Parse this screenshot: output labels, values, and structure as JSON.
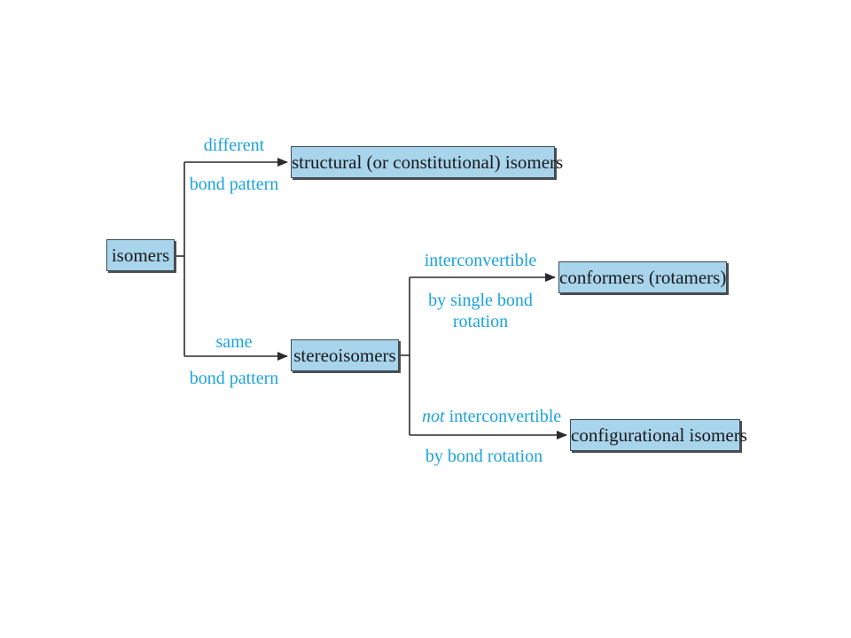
{
  "colors": {
    "box_fill": "#a8d4ec",
    "box_border": "#3a4b57",
    "label_text": "#1ba2dc",
    "connector": "#2b2b2b"
  },
  "nodes": {
    "isomers": "isomers",
    "structural": "structural (or constitutional) isomers",
    "stereoisomers": "stereoisomers",
    "conformers": "conformers (rotamers)",
    "configurational": "configurational isomers"
  },
  "edges": {
    "to_structural": {
      "above": "different",
      "below": "bond pattern"
    },
    "to_stereo": {
      "above": "same",
      "below": "bond pattern"
    },
    "to_conformers": {
      "above": "interconvertible",
      "below_1": "by single bond",
      "below_2": "rotation"
    },
    "to_configurational": {
      "above_emphasis": "not",
      "above_rest": " interconvertible",
      "below": "by bond rotation"
    }
  }
}
